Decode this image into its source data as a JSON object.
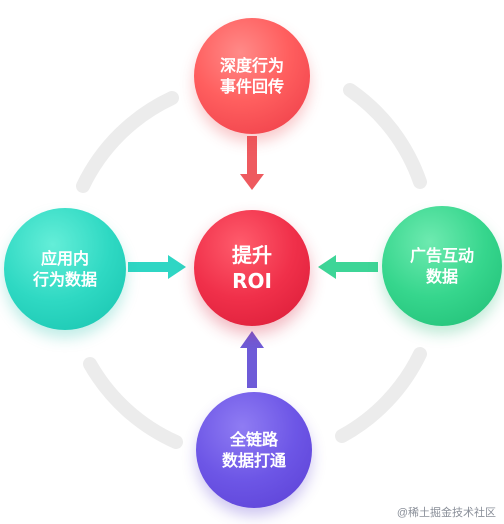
{
  "nodes": {
    "top": {
      "line1": "深度行为",
      "line2": "事件回传",
      "color": "#ff5f5f"
    },
    "left": {
      "line1": "应用内",
      "line2": "行为数据",
      "color": "#2fd9c3"
    },
    "center": {
      "line1": "提升",
      "line2": "ROI",
      "color": "#f0304a"
    },
    "right": {
      "line1": "广告互动",
      "line2": "数据",
      "color": "#36d68d"
    },
    "bottom": {
      "line1": "全链路",
      "line2": "数据打通",
      "color": "#6d56e6"
    }
  },
  "arrows": {
    "top_color": "#ee5a5f",
    "left_color": "#2fd6c4",
    "right_color": "#3dd597",
    "bottom_color": "#6e5bd8"
  },
  "ring_color": "#ececec",
  "watermark": "@稀土掘金技术社区"
}
